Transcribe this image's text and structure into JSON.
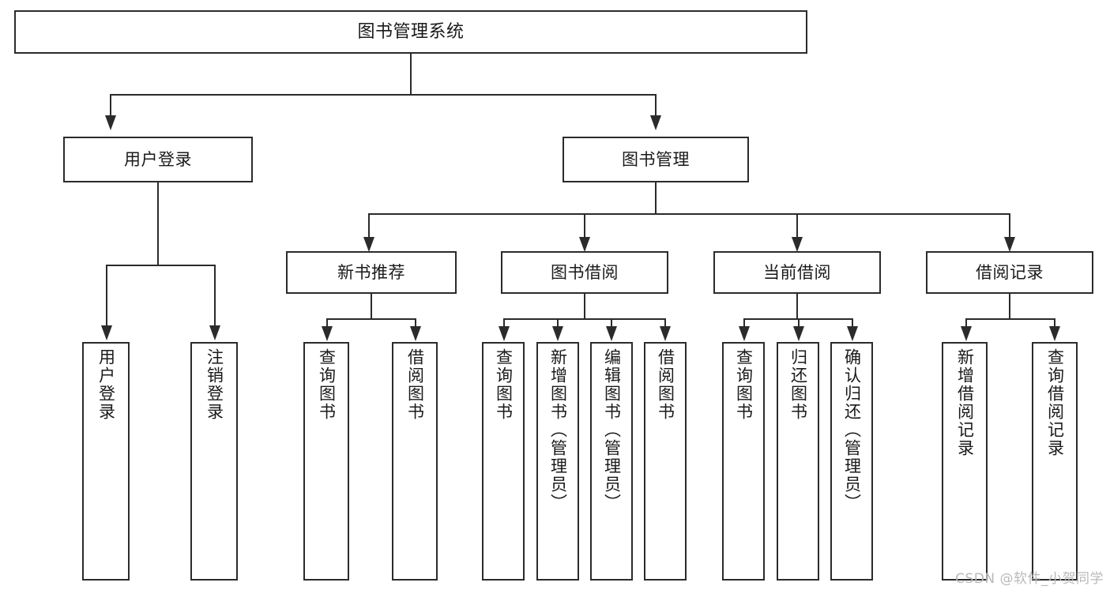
{
  "diagram": {
    "title": "图书管理系统",
    "type": "tree-hierarchy-diagram",
    "colors": {
      "box_border": "#2b2b2b",
      "box_fill": "#ffffff",
      "connector": "#2b2b2b",
      "text": "#1a1a1a",
      "watermark": "#b9b9b9",
      "background": "#ffffff"
    },
    "root": {
      "label": "图书管理系统"
    },
    "level2": [
      {
        "label": "用户登录"
      },
      {
        "label": "图书管理"
      }
    ],
    "level3": [
      {
        "label": "新书推荐"
      },
      {
        "label": "图书借阅"
      },
      {
        "label": "当前借阅"
      },
      {
        "label": "借阅记录"
      }
    ],
    "leaves": {
      "user_login": [
        {
          "label": "用户登录"
        },
        {
          "label": "注销登录"
        }
      ],
      "new_book_recommend": [
        {
          "label": "查询图书"
        },
        {
          "label": "借阅图书"
        }
      ],
      "book_borrow": [
        {
          "label": "查询图书"
        },
        {
          "label": "新增图书（管理员）"
        },
        {
          "label": "编辑图书（管理员）"
        },
        {
          "label": "借阅图书"
        }
      ],
      "current_borrow": [
        {
          "label": "查询图书"
        },
        {
          "label": "归还图书"
        },
        {
          "label": "确认归还（管理员）"
        }
      ],
      "borrow_record": [
        {
          "label": "新增借阅记录"
        },
        {
          "label": "查询借阅记录"
        }
      ]
    }
  },
  "watermark": {
    "text": "CSDN @软件_小贺同学"
  }
}
